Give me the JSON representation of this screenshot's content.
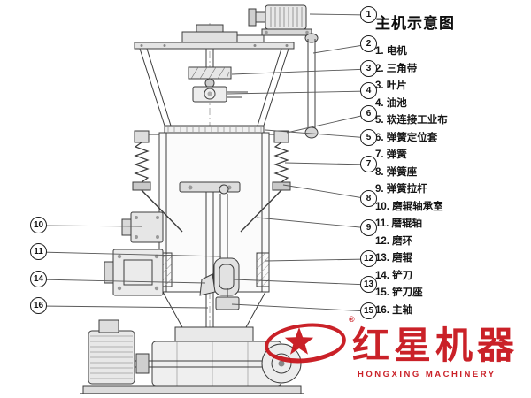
{
  "title": "主机示意图",
  "legend": {
    "items": [
      "1. 电机",
      "2. 三角带",
      "3. 叶片",
      "4. 油池",
      "5. 软连接工业布",
      "6. 弹簧定位套",
      "7. 弹簧",
      "8. 弹簧座",
      "9. 弹簧拉杆",
      "10. 磨辊轴承室",
      "11. 磨辊轴",
      "12. 磨环",
      "13. 磨辊",
      "14. 铲刀",
      "15. 铲刀座",
      "16. 主轴"
    ]
  },
  "callouts": {
    "c1": "1",
    "c2": "2",
    "c3": "3",
    "c4": "4",
    "c5": "5",
    "c6": "6",
    "c7": "7",
    "c8": "8",
    "c9": "9",
    "c10": "10",
    "c11": "11",
    "c12": "12",
    "c13": "13",
    "c14": "14",
    "c15": "15",
    "c16": "16"
  },
  "watermark": {
    "brand_cn": "红星机器",
    "brand_en": "HONGXING MACHINERY",
    "reg": "®",
    "color": "#c8161d"
  },
  "icons": {
    "diagram": "raymond-mill-cross-section-diagram",
    "logo": "hongxing-star-oval-logo"
  }
}
